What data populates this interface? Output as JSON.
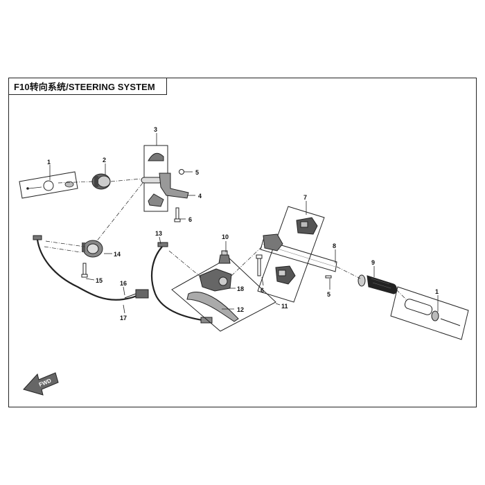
{
  "title": "F10转向系统/STEERING SYSTEM",
  "fwd_label": "FWD",
  "callouts": {
    "c1a": "1",
    "c2": "2",
    "c3": "3",
    "c4": "4",
    "c5a": "5",
    "c6a": "6",
    "c7": "7",
    "c8": "8",
    "c9": "9",
    "c10": "10",
    "c11": "11",
    "c12": "12",
    "c13": "13",
    "c14": "14",
    "c15": "15",
    "c16": "16",
    "c17": "17",
    "c18": "18",
    "c5b": "5",
    "c6b": "6",
    "c1b": "1"
  }
}
